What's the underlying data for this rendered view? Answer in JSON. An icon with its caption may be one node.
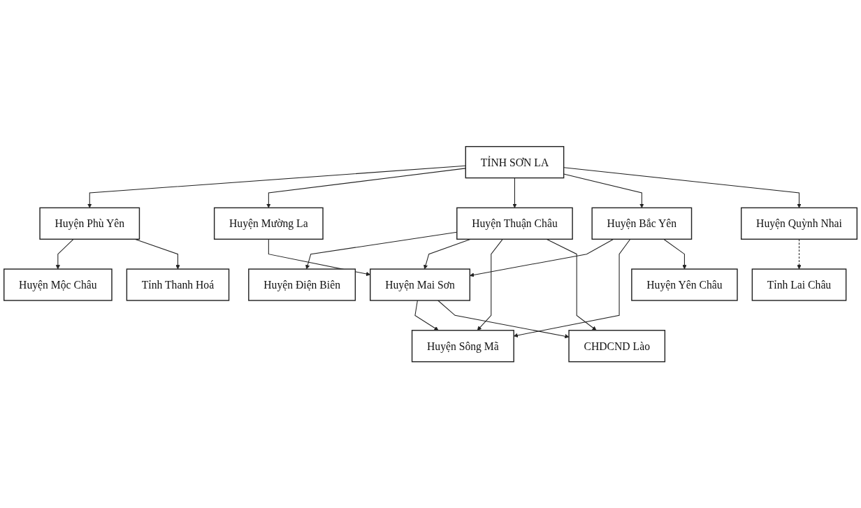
{
  "diagram": {
    "nodes": [
      {
        "text": [
          "TỈNH SƠN LA"
        ]
      },
      {
        "text": [
          "Huyện Phù Yên"
        ]
      },
      {
        "text": [
          "Huyện Mường La"
        ]
      },
      {
        "text": [
          "Huyện Thuận Châu"
        ]
      },
      {
        "text": [
          "Huyện Bắc Yên"
        ]
      },
      {
        "text": [
          "Huyện Quỳnh Nhai"
        ]
      },
      {
        "text": [
          "Huyện Mộc Châu"
        ]
      },
      {
        "text": [
          "Huyện Điện Biên"
        ]
      },
      {
        "text": [
          "Huyện Mai Sơn"
        ]
      },
      {
        "text": [
          "Huyện Sông Mã"
        ]
      },
      {
        "text": [
          "Huyện Yên Châu"
        ]
      },
      {
        "text": [
          "Tỉnh Thanh Hoá"
        ]
      },
      {
        "text": [
          "CHDCND Lào"
        ]
      },
      {
        "text": [
          "Tỉnh Lai Châu"
        ]
      }
    ],
    "edges": [
      {
        "from": 0,
        "to": 1,
        "arrow": "to"
      },
      {
        "from": 0,
        "to": 2,
        "arrow": "to"
      },
      {
        "from": 0,
        "to": 3,
        "arrow": "to"
      },
      {
        "from": 0,
        "to": 4,
        "arrow": "to"
      },
      {
        "from": 0,
        "to": 5,
        "arrow": "to"
      },
      {
        "from": 1,
        "to": 6,
        "arrow": "to"
      },
      {
        "from": 1,
        "to": 11,
        "arrow": "to"
      },
      {
        "from": 2,
        "to": 8,
        "arrow": "to"
      },
      {
        "from": 3,
        "to": 7,
        "arrow": "to"
      },
      {
        "from": 3,
        "to": 8,
        "arrow": "to"
      },
      {
        "from": 3,
        "to": 9,
        "arrow": "to"
      },
      {
        "from": 3,
        "to": 12,
        "arrow": "to"
      },
      {
        "from": 4,
        "to": 8,
        "arrow": "to"
      },
      {
        "from": 4,
        "to": 9,
        "arrow": "to"
      },
      {
        "from": 4,
        "to": 10,
        "arrow": "to"
      },
      {
        "from": 8,
        "to": 9,
        "arrow": "to"
      },
      {
        "from": 8,
        "to": 12,
        "arrow": "to"
      },
      {
        "from": 5,
        "to": 13,
        "arrow": "to",
        "style": "dashed"
      }
    ]
  }
}
